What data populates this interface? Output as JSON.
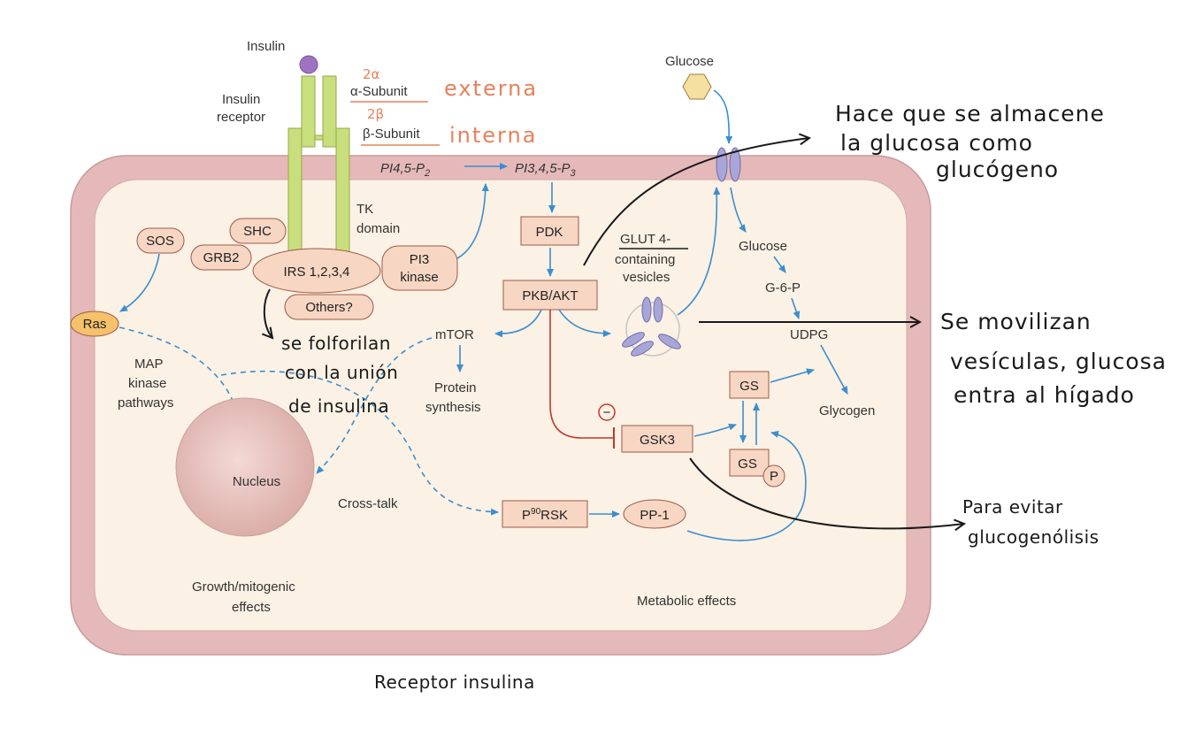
{
  "receptor": {
    "insulin": "Insulin",
    "receptor_line1": "Insulin",
    "receptor_line2": "receptor",
    "alpha_subunit": "α-Subunit",
    "beta_subunit": "β-Subunit",
    "alpha_note": "2α",
    "beta_note": "2β",
    "alpha_annot": "externa",
    "beta_annot": "interna",
    "tk_line1": "TK",
    "tk_line2": "domain"
  },
  "signaling": {
    "sos": "SOS",
    "shc": "SHC",
    "grb2": "GRB2",
    "irs": "IRS 1,2,3,4",
    "others": "Others?",
    "pi3k_line1": "PI3",
    "pi3k_line2": "kinase",
    "pip2": "PI4,5-P",
    "pip2_sub": "2",
    "pip3": "PI3,4,5-P",
    "pip3_sub": "3",
    "pdk": "PDK",
    "pkb": "PKB/AKT",
    "mtor": "mTOR",
    "protein_line1": "Protein",
    "protein_line2": "synthesis",
    "ras": "Ras",
    "map_line1": "MAP",
    "map_line2": "kinase",
    "map_line3": "pathways",
    "nucleus": "Nucleus",
    "crosstalk": "Cross-talk",
    "p90_prefix": "P",
    "p90_sup": "90",
    "p90_suffix": "RSK",
    "pp1": "PP-1",
    "gsk3": "GSK3",
    "inhibit_sign": "−",
    "growth_line1": "Growth/mitogenic",
    "growth_line2": "effects",
    "metabolic": "Metabolic effects"
  },
  "glucose": {
    "glucose_top": "Glucose",
    "glut_line1": "GLUT 4-",
    "glut_line2": "containing",
    "glut_line3": "vesicles",
    "glucose_in": "Glucose",
    "g6p": "G-6-P",
    "udpg": "UDPG",
    "gs": "GS",
    "gs_p": "GS",
    "p": "P",
    "glycogen": "Glycogen"
  },
  "annotations": {
    "fosforilan_1": "se folforilan",
    "fosforilan_2": "con la unión",
    "fosforilan_3": "de insulina",
    "almacene_1": "Hace que se almacene",
    "almacene_2": "la glucosa como",
    "almacene_3": "glucógeno",
    "movilizan_1": "Se movilizan",
    "movilizan_2": "vesículas, glucosa",
    "movilizan_3": "entra al hígado",
    "evitar_1": "Para evitar",
    "evitar_2": "glucogenólisis",
    "caption": "Receptor insulina"
  },
  "colors": {
    "cell_outer": "#e5b9b9",
    "cell_inner": "#fbf1e4",
    "box_fill": "#f7d6c3",
    "box_stroke": "#9c5a48",
    "arrow_blue": "#3b8ed0",
    "receptor_green": "#c9de7c",
    "insulin_purple": "#9f73c1",
    "transporter": "#a8a6d8",
    "inhibit_red": "#c0392b",
    "annot_orange": "#e8805a",
    "ras_yellow": "#f5c16a"
  }
}
